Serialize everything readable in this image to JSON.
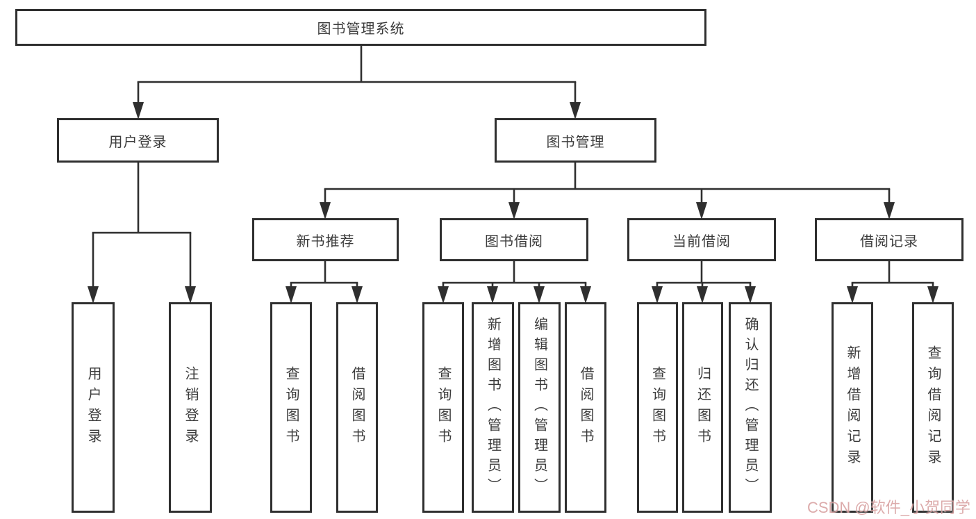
{
  "diagram": {
    "title": "图书管理系统",
    "children": [
      {
        "label": "用户登录",
        "children": [
          {
            "label": "用户登录"
          },
          {
            "label": "注销登录"
          }
        ]
      },
      {
        "label": "图书管理",
        "children": [
          {
            "label": "新书推荐",
            "children": [
              {
                "label": "查询图书"
              },
              {
                "label": "借阅图书"
              }
            ]
          },
          {
            "label": "图书借阅",
            "children": [
              {
                "label": "查询图书"
              },
              {
                "label": "新增图书（管理员）"
              },
              {
                "label": "编辑图书（管理员）"
              },
              {
                "label": "借阅图书"
              }
            ]
          },
          {
            "label": "当前借阅",
            "children": [
              {
                "label": "查询图书"
              },
              {
                "label": "归还图书"
              },
              {
                "label": "确认归还（管理员）"
              }
            ]
          },
          {
            "label": "借阅记录",
            "children": [
              {
                "label": "新增借阅记录"
              },
              {
                "label": "查询借阅记录"
              }
            ]
          }
        ]
      }
    ],
    "colors": {
      "line": "#2f2f2f",
      "box_border": "#2f2f2f",
      "text": "#3c3c3c",
      "background": "#ffffff"
    }
  },
  "watermark": {
    "text": "CSDN @软件_小贺同学",
    "color": "#d8a0a0"
  }
}
